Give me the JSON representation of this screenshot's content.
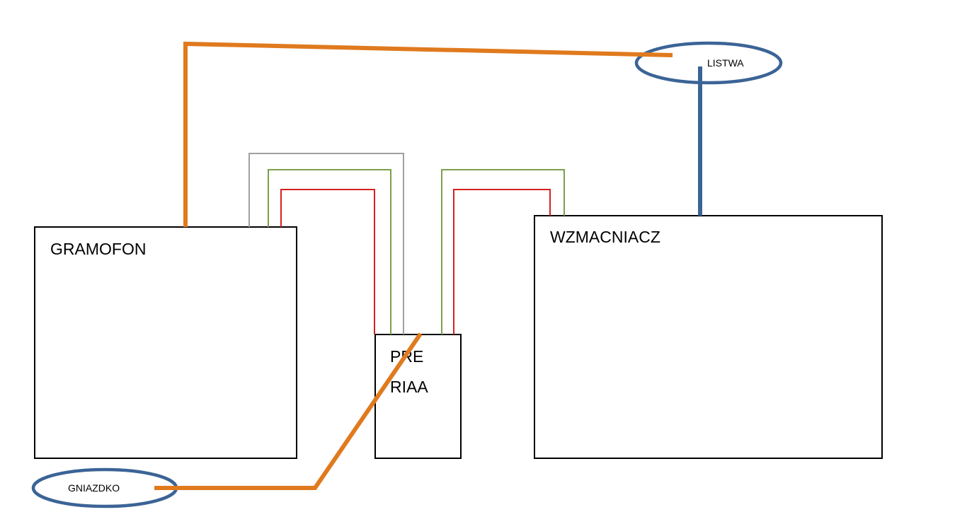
{
  "labels": {
    "gramofon": "GRAMOFON",
    "wzmacniacz": "WZMACNIACZ",
    "pre_line1": "PRE",
    "pre_line2": "RIAA",
    "listwa": "LISTWA",
    "gniazdko": "GNIAZDKO"
  },
  "colors": {
    "power_cable": "#e07a1e",
    "ground_cable": "#a0a0a0",
    "signal_cable_green": "#7aa04a",
    "signal_cable_red": "#d62020",
    "listwa_ellipse": "#3b6496",
    "listwa_cable": "#3b6496",
    "gniazdko_ellipse": "#3b6496",
    "box_border": "#000000"
  }
}
